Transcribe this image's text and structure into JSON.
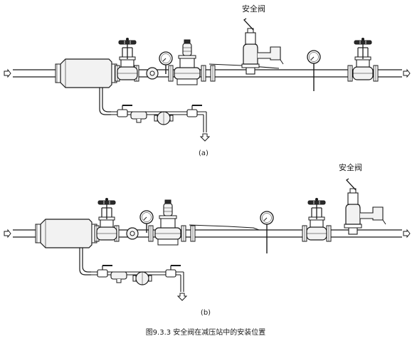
{
  "diagram": {
    "panel_a": {
      "valve_label": "安全阀",
      "label": "(a)"
    },
    "panel_b": {
      "valve_label": "安全阀",
      "label": "(b)"
    },
    "caption": "图9.3.3 安全阀在减压站中的安装位置"
  },
  "colors": {
    "stroke": "#1a1a1a",
    "fill_light": "#f2f2f2",
    "fill_dark": "#2a2a2a"
  }
}
